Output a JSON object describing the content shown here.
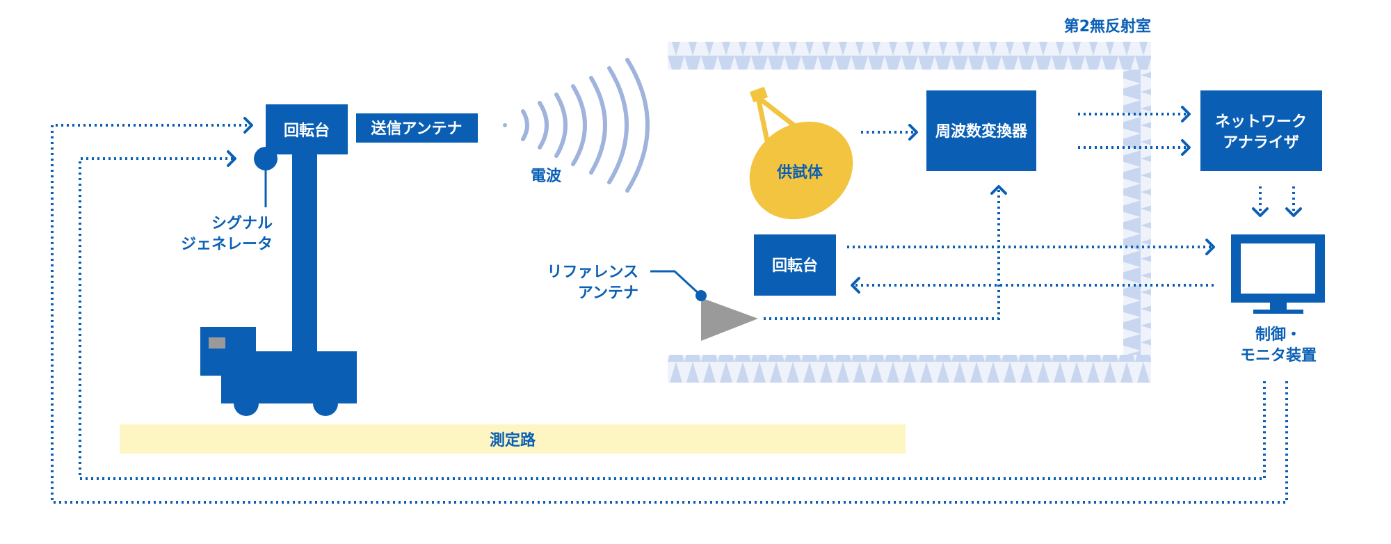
{
  "chamber": {
    "title": "第2無反射室"
  },
  "left_rig": {
    "turntable": "回転台",
    "tx_antenna": "送信アンテナ",
    "signal_generator": [
      "シグナル",
      "ジェネレータ"
    ]
  },
  "radio_wave": "電波",
  "dut": "供試体",
  "freq_converter": "周波数変換器",
  "network_analyzer": [
    "ネットワーク",
    "アナライザ"
  ],
  "inner_turntable": "回転台",
  "reference_antenna": [
    "リファレンス",
    "アンテナ"
  ],
  "control_monitor": [
    "制御・",
    "モニタ装置"
  ],
  "measurement_path": "測定路",
  "colors": {
    "primary_blue": "#0a5fb4",
    "absorber": "#c9d6ef",
    "dut_yellow": "#f3c43f",
    "path_yellow": "#fdf6c3",
    "wave": "#9fb3dc",
    "antenna_gray": "#9a9a9a",
    "body_gray": "#9a9a9a"
  },
  "icons": [
    "vehicle-icon",
    "dish-antenna-icon",
    "horn-antenna-icon",
    "monitor-icon",
    "radio-wave-icon"
  ]
}
